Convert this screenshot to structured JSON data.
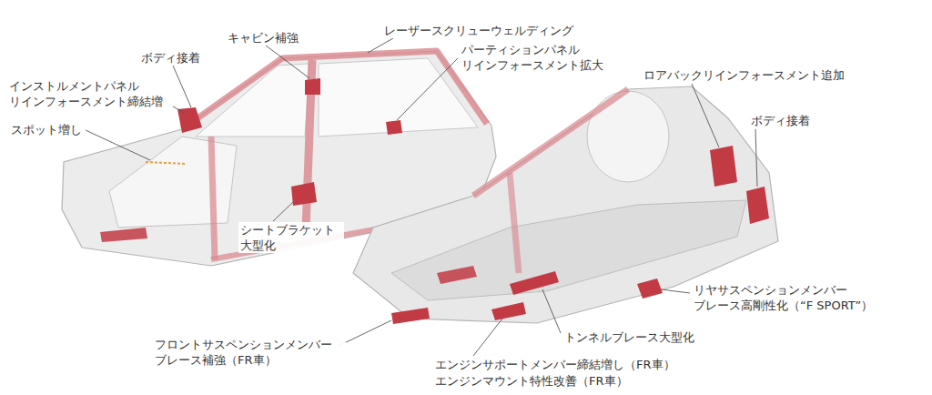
{
  "diagram": {
    "labels": [
      "インストルメントパネル リインフォースメント締結増",
      "ボディ接着",
      "キャビン補強",
      "レーザースクリューウェルディング",
      "パーティションパネル リインフォースメント拡大",
      "スポット増し",
      "シートブラケット 大型化",
      "ロアバックリインフォースメント追加",
      "ボディ接着",
      "リヤサスペンションメンバー ブレース高剛性化（“F SPORT”）",
      "トンネルブレース大型化",
      "フロントサスペンションメンバー ブレース補強（FR車）",
      "エンジンサポートメンバー締結増し（FR車）",
      "エンジンマウント特性改善（FR車）"
    ]
  }
}
